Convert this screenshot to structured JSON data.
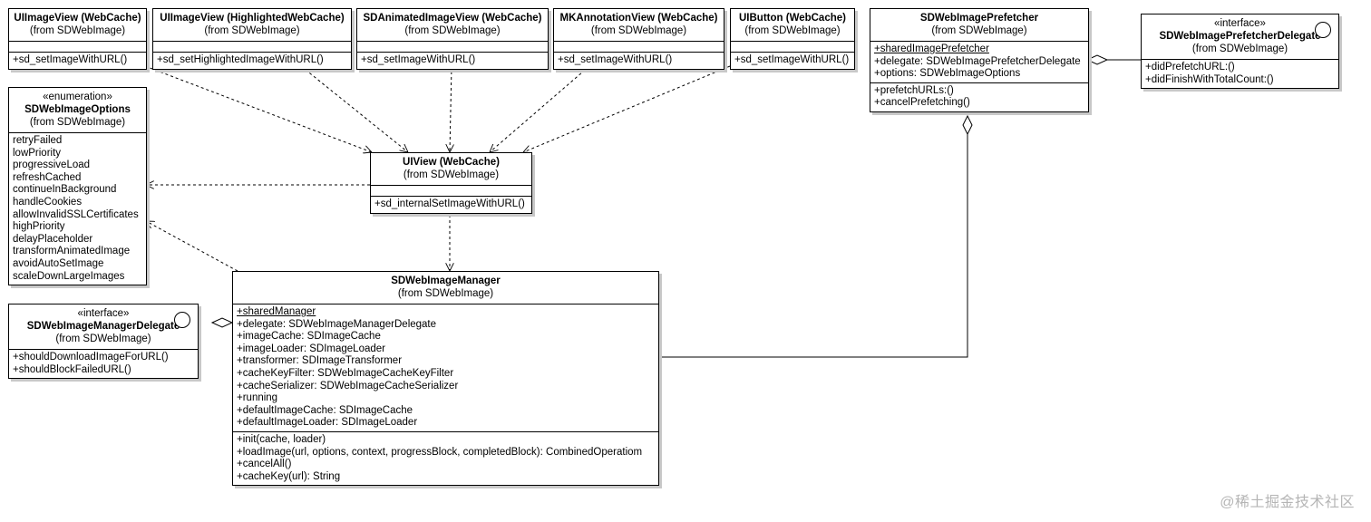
{
  "classes": {
    "iv_webcache": {
      "name": "UIImageView (WebCache)",
      "from": "(from SDWebImage)",
      "methods": [
        "+sd_setImageWithURL()"
      ]
    },
    "iv_highlighted": {
      "name": "UIImageView (HighlightedWebCache)",
      "from": "(from SDWebImage)",
      "methods": [
        "+sd_setHighlightedImageWithURL()"
      ]
    },
    "animated": {
      "name": "SDAnimatedImageView (WebCache)",
      "from": "(from SDWebImage)",
      "methods": [
        "+sd_setImageWithURL()"
      ]
    },
    "mkannotation": {
      "name": "MKAnnotationView (WebCache)",
      "from": "(from SDWebImage)",
      "methods": [
        "+sd_setImageWithURL()"
      ]
    },
    "uibutton": {
      "name": "UIButton (WebCache)",
      "from": "(from SDWebImage)",
      "methods": [
        "+sd_setImageWithURL()"
      ]
    },
    "prefetcher": {
      "name": "SDWebImagePrefetcher",
      "from": "(from SDWebImage)",
      "attributes": [
        "+sharedImagePrefetcher",
        "+delegate: SDWebImagePrefetcherDelegate",
        "+options: SDWebImageOptions"
      ],
      "methods": [
        "+prefetchURLs:()",
        "+cancelPrefetching()"
      ]
    },
    "prefetcher_delegate": {
      "stereotype": "«interface»",
      "name": "SDWebImagePrefetcherDelegate",
      "from": "(from SDWebImage)",
      "methods": [
        "+didPrefetchURL:()",
        "+didFinishWithTotalCount:()"
      ]
    },
    "options": {
      "stereotype": "«enumeration»",
      "name": "SDWebImageOptions",
      "from": "(from SDWebImage)",
      "literals": [
        "retryFailed",
        "lowPriority",
        "progressiveLoad",
        "refreshCached",
        "continueInBackground",
        "handleCookies",
        "allowInvalidSSLCertificates",
        "highPriority",
        "delayPlaceholder",
        "transformAnimatedImage",
        "avoidAutoSetImage",
        "scaleDownLargeImages"
      ]
    },
    "uiview": {
      "name": "UIView (WebCache)",
      "from": "(from SDWebImage)",
      "methods": [
        "+sd_internalSetImageWithURL()"
      ]
    },
    "manager_delegate": {
      "stereotype": "«interface»",
      "name": "SDWebImageManagerDelegate",
      "from": "(from SDWebImage)",
      "methods": [
        "+shouldDownloadImageForURL()",
        "+shouldBlockFailedURL()"
      ]
    },
    "manager": {
      "name": "SDWebImageManager",
      "from": "(from SDWebImage)",
      "attributes": [
        "+sharedManager",
        "+delegate: SDWebImageManagerDelegate",
        "+imageCache: SDImageCache",
        "+imageLoader: SDImageLoader",
        "+transformer: SDImageTransformer",
        "+cacheKeyFilter: SDWebImageCacheKeyFilter",
        "+cacheSerializer: SDWebImageCacheSerializer",
        "+running",
        "+defaultImageCache: SDImageCache",
        "+defaultImageLoader: SDImageLoader"
      ],
      "methods": [
        "+init(cache, loader)",
        "+loadImage(url, options, context, progressBlock, completedBlock): CombinedOperatiom",
        "+cancelAll()",
        "+cacheKey(url): String"
      ]
    }
  },
  "watermark": "@稀土掘金技术社区"
}
